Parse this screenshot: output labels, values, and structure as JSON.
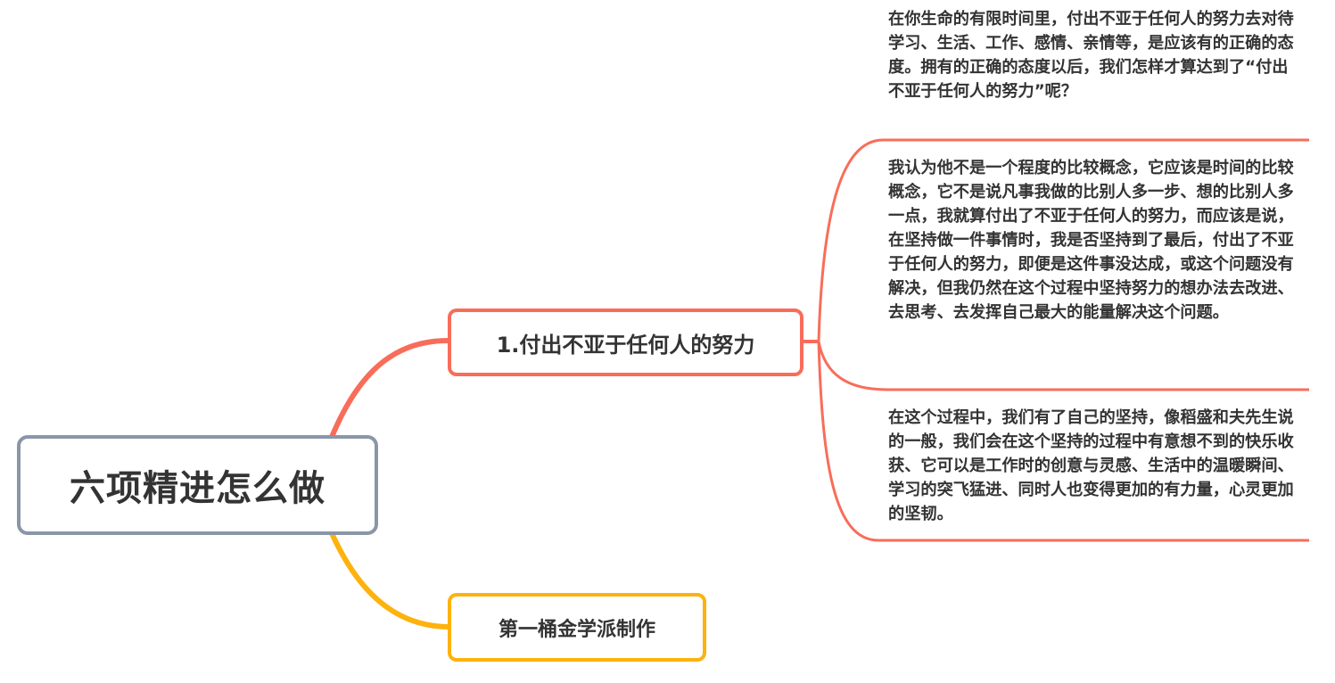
{
  "colors": {
    "root_border": "#8a96a8",
    "branch1": "#f86d5a",
    "branch2": "#fdb20d",
    "text": "#333333"
  },
  "root": {
    "label": "六项精进怎么做"
  },
  "branches": [
    {
      "label": "1.付出不亚于任何人的努力",
      "children": [
        {
          "text": "在你生命的有限时间里，付出不亚于任何人的努力去对待学习、生活、工作、感情、亲情等，是应该有的正确的态度。拥有的正确的态度以后，我们怎样才算达到了“付出不亚于任何人的努力”呢？"
        },
        {
          "text": "我认为他不是一个程度的比较概念，它应该是时间的比较概念，它不是说凡事我做的比别人多一步、想的比别人多一点，我就算付出了不亚于任何人的努力，而应该是说，在坚持做一件事情时，我是否坚持到了最后，付出了不亚于任何人的努力，即便是这件事没达成，或这个问题没有解决，但我仍然在这个过程中坚持努力的想办法去改进、去思考、去发挥自己最大的能量解决这个问题。"
        },
        {
          "text": "在这个过程中，我们有了自己的坚持，像稻盛和夫先生说的一般，我们会在这个坚持的过程中有意想不到的快乐收获、它可以是工作时的创意与灵感、生活中的温暖瞬间、学习的突飞猛进、同时人也变得更加的有力量，心灵更加的坚韧。"
        }
      ]
    },
    {
      "label": "第一桶金学派制作",
      "children": []
    }
  ]
}
